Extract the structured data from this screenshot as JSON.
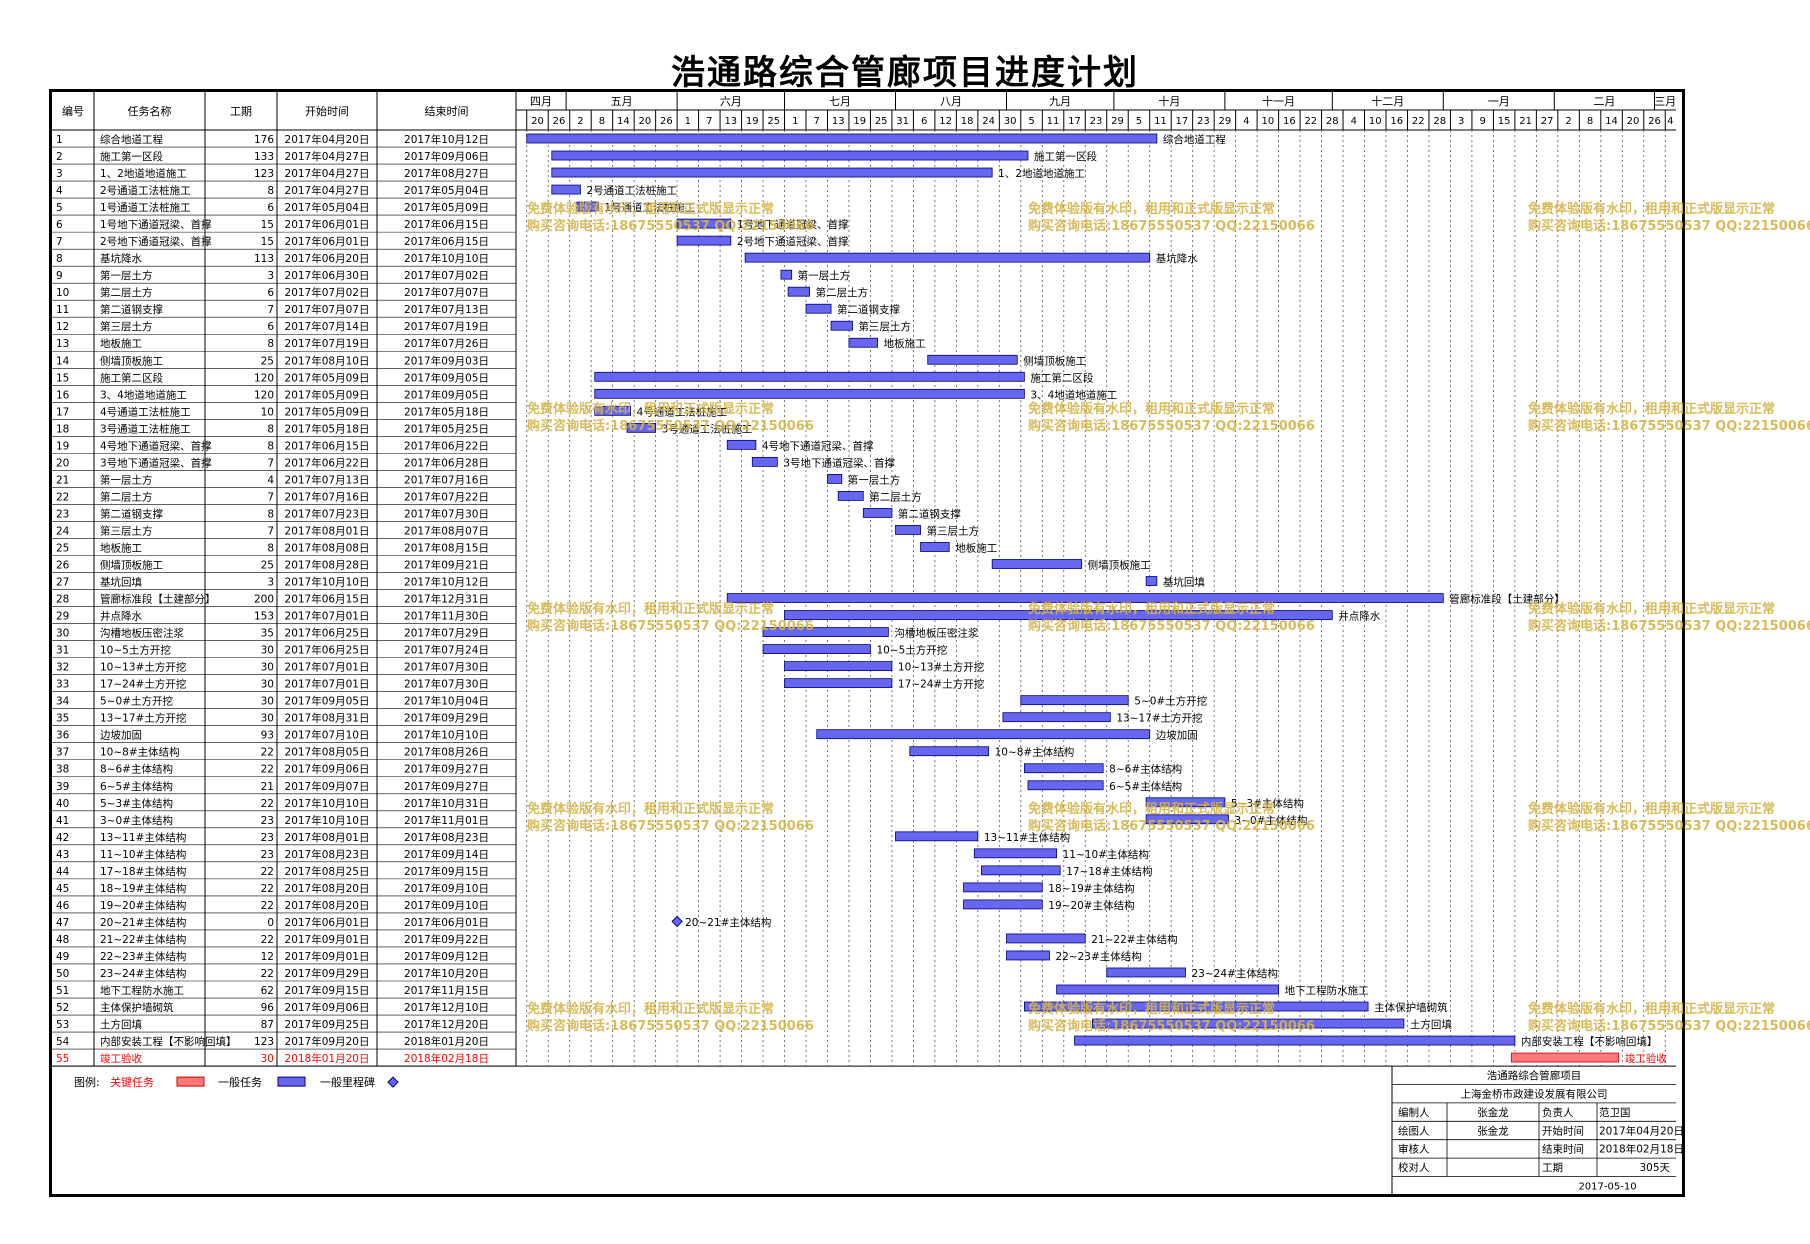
{
  "title": "浩通路综合管廊项目进度计划",
  "columns": {
    "id": "编号",
    "name": "任务名称",
    "dur": "工期",
    "start": "开始时间",
    "end": "结束时间"
  },
  "months": [
    {
      "label": "四月",
      "ticks": [
        "20",
        "26"
      ]
    },
    {
      "label": "五月",
      "ticks": [
        "2",
        "8",
        "14",
        "20",
        "26"
      ]
    },
    {
      "label": "六月",
      "ticks": [
        "1",
        "7",
        "13",
        "19",
        "25"
      ]
    },
    {
      "label": "七月",
      "ticks": [
        "1",
        "7",
        "13",
        "19",
        "25",
        "31"
      ]
    },
    {
      "label": "八月",
      "ticks": [
        "6",
        "12",
        "18",
        "24",
        "30"
      ]
    },
    {
      "label": "九月",
      "ticks": [
        "5",
        "11",
        "17",
        "23",
        "29"
      ]
    },
    {
      "label": "十月",
      "ticks": [
        "5",
        "11",
        "17",
        "23",
        "29"
      ]
    },
    {
      "label": "十一月",
      "ticks": [
        "4",
        "10",
        "16",
        "22",
        "28"
      ]
    },
    {
      "label": "十二月",
      "ticks": [
        "4",
        "10",
        "16",
        "22",
        "28"
      ]
    },
    {
      "label": "一月",
      "ticks": [
        "3",
        "9",
        "15",
        "21",
        "27"
      ]
    },
    {
      "label": "二月",
      "ticks": [
        "2",
        "8",
        "14",
        "20",
        "26"
      ]
    },
    {
      "label": "三月",
      "ticks": [
        "4"
      ]
    }
  ],
  "tasks": [
    {
      "id": "1",
      "name": "综合地道工程",
      "dur": "176",
      "start": "2017年04月20日",
      "end": "2017年10月12日",
      "label": "综合地道工程",
      "type": "normal"
    },
    {
      "id": "2",
      "name": "施工第一区段",
      "dur": "133",
      "start": "2017年04月27日",
      "end": "2017年09月06日",
      "label": "施工第一区段",
      "type": "normal"
    },
    {
      "id": "3",
      "name": "1、2地道地道施工",
      "dur": "123",
      "start": "2017年04月27日",
      "end": "2017年08月27日",
      "label": "1、2地道地道施工",
      "type": "normal"
    },
    {
      "id": "4",
      "name": "2号通道工法桩施工",
      "dur": "8",
      "start": "2017年04月27日",
      "end": "2017年05月04日",
      "label": "2号通道工法桩施工",
      "type": "normal"
    },
    {
      "id": "5",
      "name": "1号通道工法桩施工",
      "dur": "6",
      "start": "2017年05月04日",
      "end": "2017年05月09日",
      "label": "1号通道工法桩施工",
      "type": "normal"
    },
    {
      "id": "6",
      "name": "1号地下通道冠梁、首撑",
      "dur": "15",
      "start": "2017年06月01日",
      "end": "2017年06月15日",
      "label": "1号地下通道冠梁、首撑",
      "type": "normal"
    },
    {
      "id": "7",
      "name": "2号地下通道冠梁、首撑",
      "dur": "15",
      "start": "2017年06月01日",
      "end": "2017年06月15日",
      "label": "2号地下通道冠梁、首撑",
      "type": "normal"
    },
    {
      "id": "8",
      "name": "基坑降水",
      "dur": "113",
      "start": "2017年06月20日",
      "end": "2017年10月10日",
      "label": "基坑降水",
      "type": "normal"
    },
    {
      "id": "9",
      "name": "第一层土方",
      "dur": "3",
      "start": "2017年06月30日",
      "end": "2017年07月02日",
      "label": "第一层土方",
      "type": "normal"
    },
    {
      "id": "10",
      "name": "第二层土方",
      "dur": "6",
      "start": "2017年07月02日",
      "end": "2017年07月07日",
      "label": "第二层土方",
      "type": "normal"
    },
    {
      "id": "11",
      "name": "第二道钢支撑",
      "dur": "7",
      "start": "2017年07月07日",
      "end": "2017年07月13日",
      "label": "第二道钢支撑",
      "type": "normal"
    },
    {
      "id": "12",
      "name": "第三层土方",
      "dur": "6",
      "start": "2017年07月14日",
      "end": "2017年07月19日",
      "label": "第三层土方",
      "type": "normal"
    },
    {
      "id": "13",
      "name": "地板施工",
      "dur": "8",
      "start": "2017年07月19日",
      "end": "2017年07月26日",
      "label": "地板施工",
      "type": "normal"
    },
    {
      "id": "14",
      "name": "侧墙顶板施工",
      "dur": "25",
      "start": "2017年08月10日",
      "end": "2017年09月03日",
      "label": "侧墙顶板施工",
      "type": "normal"
    },
    {
      "id": "15",
      "name": "施工第二区段",
      "dur": "120",
      "start": "2017年05月09日",
      "end": "2017年09月05日",
      "label": "施工第二区段",
      "type": "normal"
    },
    {
      "id": "16",
      "name": "3、4地道地道施工",
      "dur": "120",
      "start": "2017年05月09日",
      "end": "2017年09月05日",
      "label": "3、4地道地道施工",
      "type": "normal"
    },
    {
      "id": "17",
      "name": "4号通道工法桩施工",
      "dur": "10",
      "start": "2017年05月09日",
      "end": "2017年05月18日",
      "label": "4号通道工法桩施工",
      "type": "normal"
    },
    {
      "id": "18",
      "name": "3号通道工法桩施工",
      "dur": "8",
      "start": "2017年05月18日",
      "end": "2017年05月25日",
      "label": "3号通道工法桩施工",
      "type": "normal"
    },
    {
      "id": "19",
      "name": "4号地下通道冠梁、首撑",
      "dur": "8",
      "start": "2017年06月15日",
      "end": "2017年06月22日",
      "label": "4号地下通道冠梁、首撑",
      "type": "normal"
    },
    {
      "id": "20",
      "name": "3号地下通道冠梁、首撑",
      "dur": "7",
      "start": "2017年06月22日",
      "end": "2017年06月28日",
      "label": "3号地下通道冠梁、首撑",
      "type": "normal"
    },
    {
      "id": "21",
      "name": "第一层土方",
      "dur": "4",
      "start": "2017年07月13日",
      "end": "2017年07月16日",
      "label": "第一层土方",
      "type": "normal"
    },
    {
      "id": "22",
      "name": "第二层土方",
      "dur": "7",
      "start": "2017年07月16日",
      "end": "2017年07月22日",
      "label": "第二层土方",
      "type": "normal"
    },
    {
      "id": "23",
      "name": "第二道钢支撑",
      "dur": "8",
      "start": "2017年07月23日",
      "end": "2017年07月30日",
      "label": "第二道钢支撑",
      "type": "normal"
    },
    {
      "id": "24",
      "name": "第三层土方",
      "dur": "7",
      "start": "2017年08月01日",
      "end": "2017年08月07日",
      "label": "第三层土方",
      "type": "normal"
    },
    {
      "id": "25",
      "name": "地板施工",
      "dur": "8",
      "start": "2017年08月08日",
      "end": "2017年08月15日",
      "label": "地板施工",
      "type": "normal"
    },
    {
      "id": "26",
      "name": "侧墙顶板施工",
      "dur": "25",
      "start": "2017年08月28日",
      "end": "2017年09月21日",
      "label": "侧墙顶板施工",
      "type": "normal"
    },
    {
      "id": "27",
      "name": "基坑回填",
      "dur": "3",
      "start": "2017年10月10日",
      "end": "2017年10月12日",
      "label": "基坑回填",
      "type": "normal"
    },
    {
      "id": "28",
      "name": "管廊标准段【土建部分】",
      "dur": "200",
      "start": "2017年06月15日",
      "end": "2017年12月31日",
      "label": "管廊标准段【土建部分】",
      "type": "normal"
    },
    {
      "id": "29",
      "name": "井点降水",
      "dur": "153",
      "start": "2017年07月01日",
      "end": "2017年11月30日",
      "label": "井点降水",
      "type": "normal"
    },
    {
      "id": "30",
      "name": "沟槽地板压密注浆",
      "dur": "35",
      "start": "2017年06月25日",
      "end": "2017年07月29日",
      "label": "沟槽地板压密注浆",
      "type": "normal"
    },
    {
      "id": "31",
      "name": "10~5土方开挖",
      "dur": "30",
      "start": "2017年06月25日",
      "end": "2017年07月24日",
      "label": "10~5土方开挖",
      "type": "normal"
    },
    {
      "id": "32",
      "name": "10~13#土方开挖",
      "dur": "30",
      "start": "2017年07月01日",
      "end": "2017年07月30日",
      "label": "10~13#土方开挖",
      "type": "normal"
    },
    {
      "id": "33",
      "name": "17~24#土方开挖",
      "dur": "30",
      "start": "2017年07月01日",
      "end": "2017年07月30日",
      "label": "17~24#土方开挖",
      "type": "normal"
    },
    {
      "id": "34",
      "name": "5~0#土方开挖",
      "dur": "30",
      "start": "2017年09月05日",
      "end": "2017年10月04日",
      "label": "5~0#土方开挖",
      "type": "normal"
    },
    {
      "id": "35",
      "name": "13~17#土方开挖",
      "dur": "30",
      "start": "2017年08月31日",
      "end": "2017年09月29日",
      "label": "13~17#土方开挖",
      "type": "normal"
    },
    {
      "id": "36",
      "name": "边坡加固",
      "dur": "93",
      "start": "2017年07月10日",
      "end": "2017年10月10日",
      "label": "边坡加固",
      "type": "normal"
    },
    {
      "id": "37",
      "name": "10~8#主体结构",
      "dur": "22",
      "start": "2017年08月05日",
      "end": "2017年08月26日",
      "label": "10~8#主体结构",
      "type": "normal"
    },
    {
      "id": "38",
      "name": "8~6#主体结构",
      "dur": "22",
      "start": "2017年09月06日",
      "end": "2017年09月27日",
      "label": "8~6#主体结构",
      "type": "normal"
    },
    {
      "id": "39",
      "name": "6~5#主体结构",
      "dur": "21",
      "start": "2017年09月07日",
      "end": "2017年09月27日",
      "label": "6~5#主体结构",
      "type": "normal"
    },
    {
      "id": "40",
      "name": "5~3#主体结构",
      "dur": "22",
      "start": "2017年10月10日",
      "end": "2017年10月31日",
      "label": "5~3#主体结构",
      "type": "normal"
    },
    {
      "id": "41",
      "name": "3~0#主体结构",
      "dur": "23",
      "start": "2017年10月10日",
      "end": "2017年11月01日",
      "label": "3~0#主体结构",
      "type": "normal"
    },
    {
      "id": "42",
      "name": "13~11#主体结构",
      "dur": "23",
      "start": "2017年08月01日",
      "end": "2017年08月23日",
      "label": "13~11#主体结构",
      "type": "normal"
    },
    {
      "id": "43",
      "name": "11~10#主体结构",
      "dur": "23",
      "start": "2017年08月23日",
      "end": "2017年09月14日",
      "label": "11~10#主体结构",
      "type": "normal"
    },
    {
      "id": "44",
      "name": "17~18#主体结构",
      "dur": "22",
      "start": "2017年08月25日",
      "end": "2017年09月15日",
      "label": "17~18#主体结构",
      "type": "normal"
    },
    {
      "id": "45",
      "name": "18~19#主体结构",
      "dur": "22",
      "start": "2017年08月20日",
      "end": "2017年09月10日",
      "label": "18~19#主体结构",
      "type": "normal"
    },
    {
      "id": "46",
      "name": "19~20#主体结构",
      "dur": "22",
      "start": "2017年08月20日",
      "end": "2017年09月10日",
      "label": "19~20#主体结构",
      "type": "normal"
    },
    {
      "id": "47",
      "name": "20~21#主体结构",
      "dur": "0",
      "start": "2017年06月01日",
      "end": "2017年06月01日",
      "label": "20~21#主体结构",
      "type": "milestone"
    },
    {
      "id": "48",
      "name": "21~22#主体结构",
      "dur": "22",
      "start": "2017年09月01日",
      "end": "2017年09月22日",
      "label": "21~22#主体结构",
      "type": "normal"
    },
    {
      "id": "49",
      "name": "22~23#主体结构",
      "dur": "12",
      "start": "2017年09月01日",
      "end": "2017年09月12日",
      "label": "22~23#主体结构",
      "type": "normal"
    },
    {
      "id": "50",
      "name": "23~24#主体结构",
      "dur": "22",
      "start": "2017年09月29日",
      "end": "2017年10月20日",
      "label": "23~24#主体结构",
      "type": "normal"
    },
    {
      "id": "51",
      "name": "地下工程防水施工",
      "dur": "62",
      "start": "2017年09月15日",
      "end": "2017年11月15日",
      "label": "地下工程防水施工",
      "type": "normal"
    },
    {
      "id": "52",
      "name": "主体保护墙砌筑",
      "dur": "96",
      "start": "2017年09月06日",
      "end": "2017年12月10日",
      "label": "主体保护墙砌筑",
      "type": "normal"
    },
    {
      "id": "53",
      "name": "土方回填",
      "dur": "87",
      "start": "2017年09月25日",
      "end": "2017年12月20日",
      "label": "土方回填",
      "type": "normal"
    },
    {
      "id": "54",
      "name": "内部安装工程【不影响回填】",
      "dur": "123",
      "start": "2017年09月20日",
      "end": "2018年01月20日",
      "label": "内部安装工程【不影响回填】",
      "type": "normal"
    },
    {
      "id": "55",
      "name": "竣工验收",
      "dur": "30",
      "start": "2018年01月20日",
      "end": "2018年02月18日",
      "label": "竣工验收",
      "type": "critical"
    }
  ],
  "legend": {
    "prefix": "图例:",
    "critical": "关键任务",
    "normal": "一般任务",
    "milestone": "一般里程碑"
  },
  "colors": {
    "bar": "#6666ee",
    "bar_border": "#000080",
    "critical": "#ff7777",
    "critical_text": "#ff0000",
    "grid_dash": "#555555"
  },
  "info": {
    "project": "浩通路综合管廊项目",
    "company": "上海金桥市政建设发展有限公司",
    "editor_label": "编制人",
    "editor": "张金龙",
    "owner_label": "负责人",
    "owner": "范卫国",
    "drawer_label": "绘图人",
    "drawer": "张金龙",
    "start_label": "开始时间",
    "start": "2017年04月20日",
    "reviewer_label": "审核人",
    "end_label": "结束时间",
    "end": "2018年02月18日",
    "checker_label": "校对人",
    "duration_label": "工期",
    "duration": "305天",
    "date": "2017-05-10"
  },
  "watermark": {
    "line1": "免费体验版有水印，租用和正式版显示正常",
    "line2": "购买咨询电话:18675550537 QQ:22150066"
  }
}
